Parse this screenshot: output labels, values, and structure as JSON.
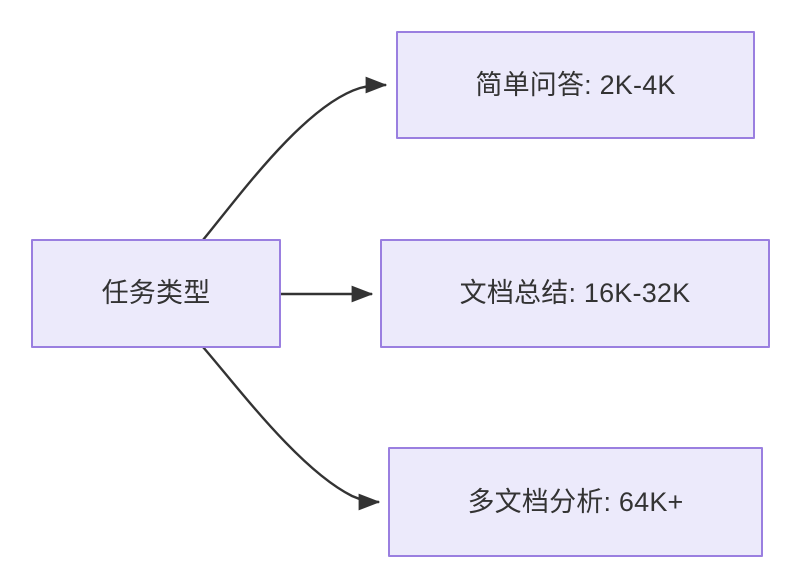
{
  "diagram": {
    "type": "flowchart",
    "direction": "left-to-right",
    "background_color": "#ffffff",
    "node_fill_color": "#ECEAFB",
    "node_border_color": "#9A7FE0",
    "node_text_color": "#333333",
    "edge_color": "#333333",
    "root": {
      "id": "root",
      "label": "任务类型"
    },
    "children": [
      {
        "id": "child-0",
        "label": "简单问答: 2K-4K",
        "task": "简单问答",
        "context_length": "2K-4K",
        "edge_style": "curved"
      },
      {
        "id": "child-1",
        "label": "文档总结: 16K-32K",
        "task": "文档总结",
        "context_length": "16K-32K",
        "edge_style": "straight"
      },
      {
        "id": "child-2",
        "label": "多文档分析: 64K+",
        "task": "多文档分析",
        "context_length": "64K+",
        "edge_style": "curved"
      }
    ]
  }
}
